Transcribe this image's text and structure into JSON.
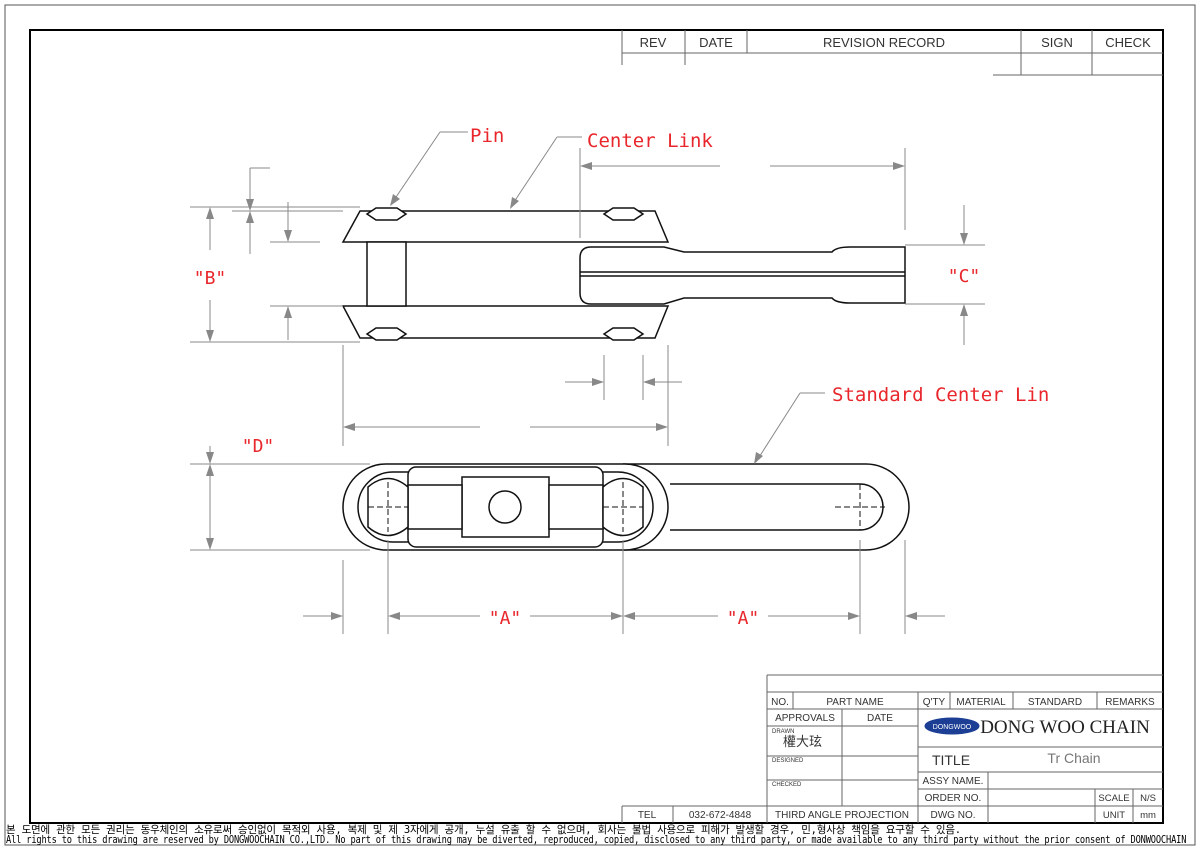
{
  "revision_table": {
    "rev": "REV",
    "date": "DATE",
    "record": "REVISION RECORD",
    "sign": "SIGN",
    "check": "CHECK"
  },
  "labels": {
    "pin": "Pin",
    "center_link": "Center Link",
    "standard_center_link": "Standard Center Lin",
    "b": "\"B\"",
    "c": "\"C\"",
    "d": "\"D\"",
    "a1": "\"A\"",
    "a2": "\"A\""
  },
  "title_block": {
    "no": "NO.",
    "part_name": "PART NAME",
    "qty": "Q'TY",
    "material": "MATERIAL",
    "standard": "STANDARD",
    "remarks": "REMARKS",
    "approvals": "APPROVALS",
    "approvals_date": "DATE",
    "drawn": "DRAWN",
    "drawn_name": "權大玹",
    "designed": "DESIGNED",
    "checked": "CHECKED",
    "logo": "DONGWOO",
    "company": "DONG WOO CHAIN",
    "title_label": "TITLE",
    "title_value": "Tr Chain",
    "assy_name": "ASSY NAME.",
    "order_no": "ORDER NO.",
    "dwg_no": "DWG NO.",
    "scale": "SCALE",
    "scale_value": "N/S",
    "unit": "UNIT",
    "unit_value": "mm",
    "tel_label": "TEL",
    "tel_value": "032-672-4848",
    "projection": "THIRD ANGLE PROJECTION"
  },
  "footer": {
    "korean": "본 도면에 관한 모든 권리는 동우체인의 소유로써 승인없이 목적외 사용, 복제 및 제 3자에게 공개, 누설 유출 할 수 없으며,  회사는 불법 사용으로 피해가 발생할 경우, 민,형사상 책임을 요구할 수 있음.",
    "english": "All rights to this drawing are reserved by DONGWOOCHAIN CO.,LTD. No part of this drawing may be diverted, reproduced, copied, disclosed to any third party, or made available to any third party without the prior consent of DONWOOCHAIN"
  },
  "colors": {
    "label_red": "#e8262b",
    "logo_blue": "#1c3f95",
    "line_gray": "#888888"
  }
}
